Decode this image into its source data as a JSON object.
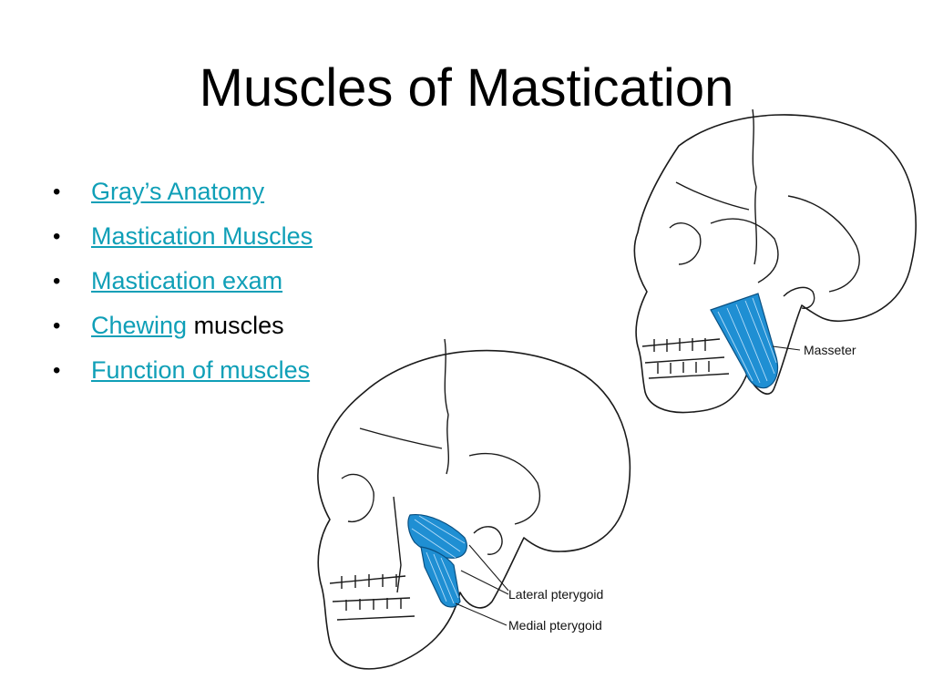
{
  "slide": {
    "title": "Muscles of Mastication",
    "bullets": [
      {
        "link": "Gray’s Anatomy",
        "rest": ""
      },
      {
        "link": "Mastication Muscles",
        "rest": ""
      },
      {
        "link": "Mastication exam",
        "rest": ""
      },
      {
        "link": "Chewing",
        "rest": " muscles"
      },
      {
        "link": "Function of muscles",
        "rest": ""
      }
    ],
    "bullet_symbol": "•"
  },
  "figure": {
    "labels": {
      "masseter": "Masseter",
      "lateral": "Lateral pterygoid",
      "medial": "Medial pterygoid"
    },
    "muscle_color": "#1f8fd3"
  }
}
